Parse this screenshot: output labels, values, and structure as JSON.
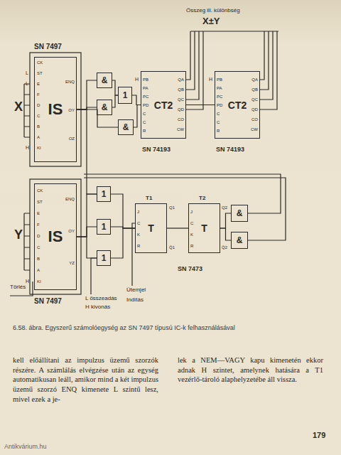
{
  "diagram": {
    "caption": "6.58. ábra. Egyszerű számolóegység az SN 7497 típusú IC-k felhasználásával",
    "nodes": [
      {
        "text": [
          "IS"
        ]
      },
      {
        "text": [
          "CT2"
        ]
      },
      {
        "text": [
          "CT2"
        ]
      },
      {
        "text": [
          "&"
        ]
      },
      {
        "text": [
          "&"
        ]
      },
      {
        "text": [
          "1"
        ]
      },
      {
        "text": [
          "&"
        ]
      },
      {
        "text": [
          "IS"
        ]
      },
      {
        "text": [
          "1"
        ]
      },
      {
        "text": [
          "1"
        ]
      },
      {
        "text": [
          "1"
        ]
      },
      {
        "text": [
          "T"
        ]
      },
      {
        "text": [
          "T"
        ]
      },
      {
        "text": [
          "&"
        ]
      },
      {
        "text": [
          "&"
        ]
      }
    ],
    "edges": [
      {
        "from": 0,
        "to": 3,
        "arrow": "none"
      },
      {
        "from": 0,
        "to": 4,
        "arrow": "none"
      },
      {
        "from": 0,
        "to": 6,
        "arrow": "none"
      },
      {
        "from": 3,
        "to": 5,
        "arrow": "none"
      },
      {
        "from": 4,
        "to": 5,
        "arrow": "none"
      },
      {
        "from": 5,
        "to": 1,
        "arrow": "none"
      },
      {
        "from": 6,
        "to": 1,
        "arrow": "none"
      },
      {
        "from": 1,
        "to": 2,
        "arrow": "none"
      },
      {
        "from": 0,
        "to": 8,
        "arrow": "none"
      },
      {
        "from": 7,
        "to": 8,
        "arrow": "none"
      },
      {
        "from": 7,
        "to": 9,
        "arrow": "none"
      },
      {
        "from": 7,
        "to": 10,
        "arrow": "none"
      },
      {
        "from": 8,
        "to": 11,
        "arrow": "none"
      },
      {
        "from": 9,
        "to": 11,
        "arrow": "none"
      },
      {
        "from": 10,
        "to": 11,
        "arrow": "none"
      },
      {
        "from": 11,
        "to": 12,
        "arrow": "none"
      },
      {
        "from": 12,
        "to": 13,
        "arrow": "none"
      },
      {
        "from": 12,
        "to": 14,
        "arrow": "none"
      }
    ],
    "labels": [
      "SN 7497",
      "Összeg ill. különbség",
      "X±Y",
      "X",
      "CK",
      "ST",
      "E",
      "F",
      "D",
      "C",
      "B",
      "A",
      "KI",
      "L",
      "L",
      "H",
      "ENQ",
      "OY",
      "OZ",
      "H",
      "PB",
      "PA",
      "PC",
      "PD",
      "C",
      "C",
      "R",
      "QA",
      "QB",
      "QC",
      "QD",
      "CO",
      "CW",
      "H",
      "PB",
      "PA",
      "PC",
      "PD",
      "C",
      "C",
      "R",
      "QA",
      "QB",
      "QC",
      "QD",
      "CO",
      "CW",
      "SN 74193",
      "SN 74193",
      "Y",
      "CK",
      "ST",
      "E",
      "F",
      "D",
      "C",
      "B",
      "A",
      "KI",
      "H",
      "ENQ",
      "OY",
      "YZ",
      "SN 7497",
      "T1",
      "J",
      "C",
      "K",
      "R",
      "Q1",
      "Q̄1",
      "T2",
      "J",
      "C",
      "K",
      "R",
      "Q2",
      "Q̄2",
      "SN 7473",
      "Törlés",
      "L összeadás",
      "H kivonás",
      "Ütemjel",
      "Indítás",
      "kell előállítani az impulzus üzemű szorzók részére. A számlálás elvégzése után az egység automatikusan leáll, amikor mind a két impulzus üzemű szorzó ENQ kimenete L szintű lesz, mivel ezek a je-",
      "lek a NEM—VAGY kapu kimenetén ekkor adnak H szintet, amelynek hatására a T1 vezérlő-tároló alaphelyzetébe áll vissza.",
      "179",
      "Antikvárium.hu"
    ]
  }
}
